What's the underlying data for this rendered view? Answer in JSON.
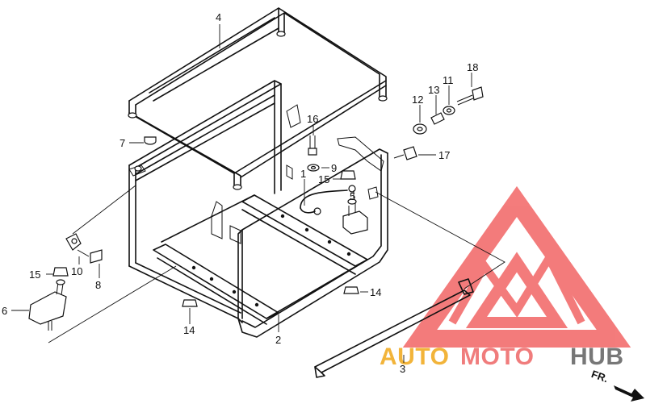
{
  "diagram": {
    "callouts": {
      "frame": "2",
      "pipe": "4",
      "strap": "3",
      "wire": "1",
      "mount": "5",
      "mount_left": "6",
      "cap_nut": "7",
      "bolt8": "8",
      "washer9": "9",
      "clip": "10",
      "washer11": "11",
      "grommet12": "12",
      "collar": "13",
      "nut14_right": "14",
      "nut14_bottom": "14",
      "nut15_left": "15",
      "nut15_right": "15",
      "bolt16": "16",
      "bolt17": "17",
      "bolt18": "18"
    },
    "front_marker": "FR."
  },
  "watermark": {
    "text_a": "AUTO",
    "text_b": "MOTO",
    "text_c": "HUB",
    "color_a": "#f2b43a",
    "color_b": "#f07c7c",
    "color_c": "#777777",
    "logo_color": "#f26565"
  }
}
